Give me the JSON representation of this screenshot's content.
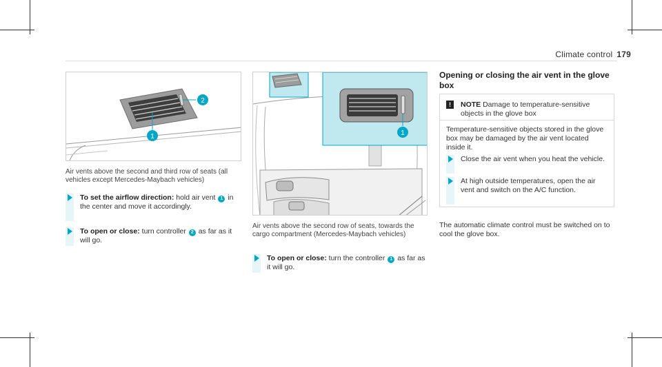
{
  "header": {
    "section": "Climate control",
    "page": "179"
  },
  "left": {
    "caption": "Air vents above the second and third row of seats (all vehicles except Mercedes-Maybach vehicles)",
    "step1": {
      "title": "To set the airflow direction:",
      "a": "hold air vent",
      "b": "in the center and move it accordingly."
    },
    "step2": {
      "title": "To open or close:",
      "a": "turn controller",
      "b": "as far as it will go."
    }
  },
  "middle": {
    "caption": "Air vents above the second row of seats, towards the cargo compartment (Mercedes-Maybach vehicles)",
    "step1": {
      "title": "To open or close:",
      "a": "turn the controller",
      "b": "as far as it will go."
    }
  },
  "right": {
    "title": "Opening or closing the air vent in the glove box",
    "note": {
      "label": "NOTE",
      "headline": "Damage to temperature-sensitive objects in the glove box",
      "body": "Temperature-sensitive objects stored in the glove box may be damaged by the air vent located inside it.",
      "step1": "Close the air vent when you heat the vehicle.",
      "step2": "At high outside temperatures, open the air vent and switch on the A/C function."
    },
    "para": "The automatic climate control must be switched on to cool the glove box."
  },
  "badges": {
    "one": "1",
    "two": "2"
  },
  "colors": {
    "accent": "#00a6c7",
    "highlight": "#bfe9ee"
  }
}
